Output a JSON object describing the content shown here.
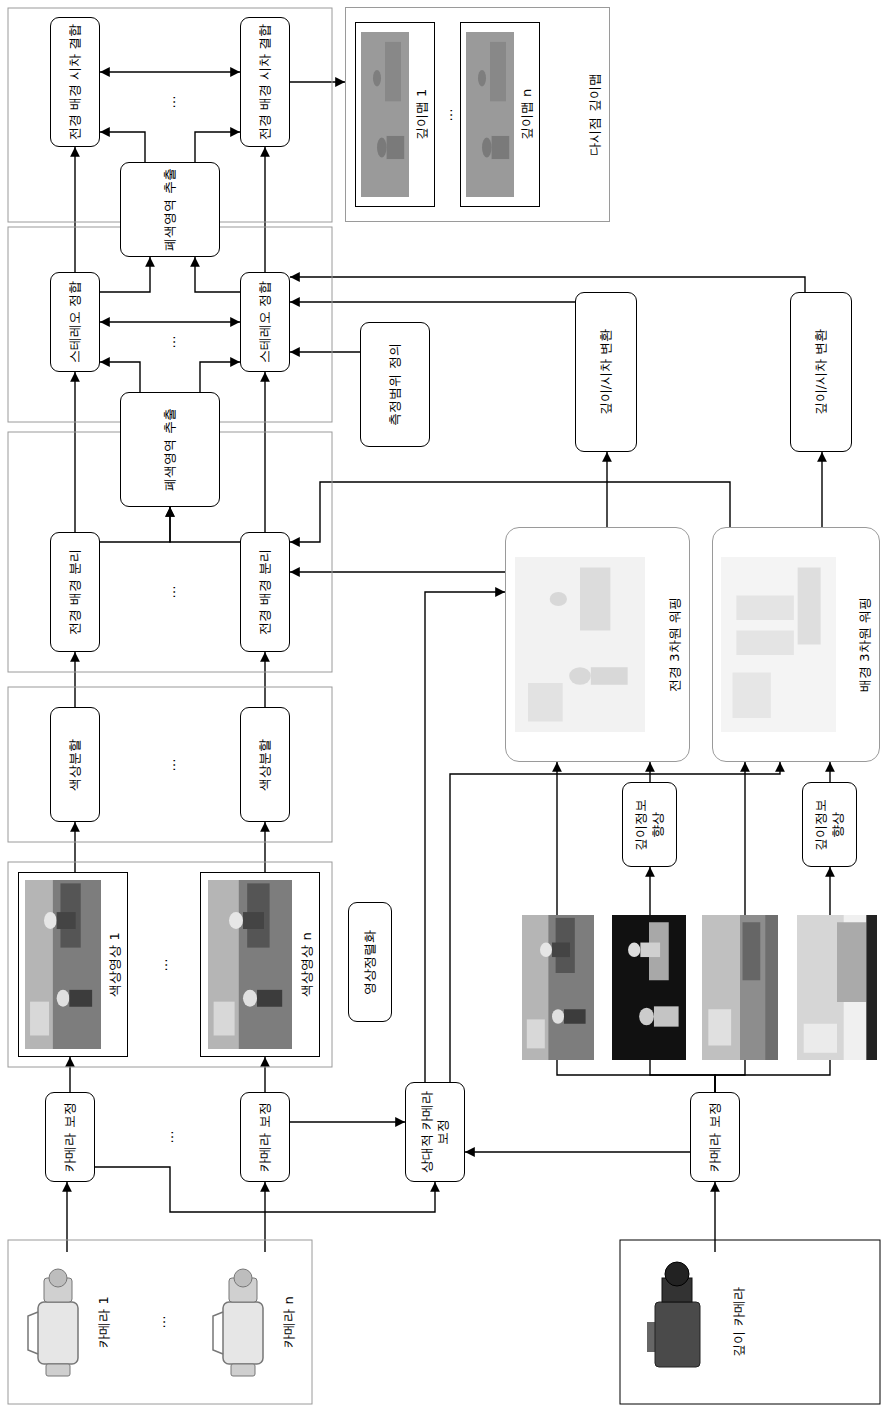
{
  "diagram": {
    "nodes": [
      {
        "text": [
          "카메라 1"
        ]
      },
      {
        "text": [
          "카메라 n"
        ]
      },
      {
        "text": [
          "카메라 보정"
        ]
      },
      {
        "text": [
          "카메라 보정"
        ]
      },
      {
        "text": [
          "색상영상 1"
        ]
      },
      {
        "text": [
          "색상영상 n"
        ]
      },
      {
        "text": [
          "영상정렬화"
        ]
      },
      {
        "text": [
          "색상분할"
        ]
      },
      {
        "text": [
          "색상분할"
        ]
      },
      {
        "text": [
          "전경 배경 분리"
        ]
      },
      {
        "text": [
          "전경 배경 분리"
        ]
      },
      {
        "text": [
          "폐색영역 추출"
        ]
      },
      {
        "text": [
          "스테레오 정합"
        ]
      },
      {
        "text": [
          "스테레오 정합"
        ]
      },
      {
        "text": [
          "측정범위 정의"
        ]
      },
      {
        "text": [
          "폐색영역 추출"
        ]
      },
      {
        "text": [
          "전경 배경 시차 결합"
        ]
      },
      {
        "text": [
          "전경 배경 시차 결합"
        ]
      },
      {
        "text": [
          "다시점 깊이맵"
        ]
      },
      {
        "text": [
          "깊이맵 1"
        ],
        "in": 18
      },
      {
        "text": [
          "깊이맵 n"
        ],
        "in": 18
      },
      {
        "text": [
          "깊이 카메라"
        ]
      },
      {
        "text": [
          "카메라 보정"
        ]
      },
      {
        "text": [
          "상대적 카메라 보정"
        ]
      },
      {
        "text": [
          "깊이정보 향상"
        ]
      },
      {
        "text": [
          "깊이정보 향상"
        ]
      },
      {
        "text": [
          "전경 3차원 워핑"
        ]
      },
      {
        "text": [
          "배경 3차원 워핑"
        ]
      },
      {
        "text": [
          "깊이/시차 변환"
        ]
      },
      {
        "text": [
          "깊이/시차 변환"
        ]
      }
    ],
    "edges": [
      {
        "from": 0,
        "to": 2,
        "arrow": "to"
      },
      {
        "from": 1,
        "to": 3,
        "arrow": "to"
      },
      {
        "from": 2,
        "to": 4,
        "arrow": "to"
      },
      {
        "from": 3,
        "to": 5,
        "arrow": "to"
      },
      {
        "from": 2,
        "to": 23,
        "arrow": "to"
      },
      {
        "from": 3,
        "to": 23,
        "arrow": "to"
      },
      {
        "from": 4,
        "to": 7,
        "arrow": "to"
      },
      {
        "from": 5,
        "to": 8,
        "arrow": "to"
      },
      {
        "from": 7,
        "to": 9,
        "arrow": "to"
      },
      {
        "from": 8,
        "to": 10,
        "arrow": "to"
      },
      {
        "from": 9,
        "to": 11,
        "arrow": "to"
      },
      {
        "from": 10,
        "to": 11,
        "arrow": "to"
      },
      {
        "from": 11,
        "to": 12,
        "arrow": "to"
      },
      {
        "from": 11,
        "to": 13,
        "arrow": "to"
      },
      {
        "from": 12,
        "to": 13,
        "arrow": "both"
      },
      {
        "from": 9,
        "to": 12,
        "arrow": "to"
      },
      {
        "from": 10,
        "to": 13,
        "arrow": "to"
      },
      {
        "from": 14,
        "to": 13,
        "arrow": "to"
      },
      {
        "from": 12,
        "to": 15,
        "arrow": "to"
      },
      {
        "from": 13,
        "to": 15,
        "arrow": "to"
      },
      {
        "from": 15,
        "to": 16,
        "arrow": "to"
      },
      {
        "from": 15,
        "to": 17,
        "arrow": "to"
      },
      {
        "from": 16,
        "to": 17,
        "arrow": "both"
      },
      {
        "from": 12,
        "to": 16,
        "arrow": "to"
      },
      {
        "from": 13,
        "to": 17,
        "arrow": "to"
      },
      {
        "from": 17,
        "to": 18,
        "arrow": "to"
      },
      {
        "from": 21,
        "to": 22,
        "arrow": "to"
      },
      {
        "from": 22,
        "to": 23,
        "arrow": "to"
      },
      {
        "from": 22,
        "to": 26,
        "arrow": "to"
      },
      {
        "from": 22,
        "to": 24,
        "arrow": "to"
      },
      {
        "from": 22,
        "to": 27,
        "arrow": "to"
      },
      {
        "from": 22,
        "to": 25,
        "arrow": "to"
      },
      {
        "from": 23,
        "to": 26,
        "arrow": "to"
      },
      {
        "from": 23,
        "to": 27,
        "arrow": "to"
      },
      {
        "from": 24,
        "to": 26,
        "arrow": "to"
      },
      {
        "from": 25,
        "to": 27,
        "arrow": "to"
      },
      {
        "from": 26,
        "to": 28,
        "arrow": "to"
      },
      {
        "from": 27,
        "to": 29,
        "arrow": "to"
      },
      {
        "from": 26,
        "to": 10,
        "arrow": "to"
      },
      {
        "from": 27,
        "to": 10,
        "arrow": "to"
      },
      {
        "from": 28,
        "to": 13,
        "arrow": "to"
      },
      {
        "from": 29,
        "to": 13,
        "arrow": "to"
      }
    ],
    "labels": [
      "…",
      "…",
      "…",
      "…",
      "…",
      "…",
      "…",
      "…"
    ]
  }
}
